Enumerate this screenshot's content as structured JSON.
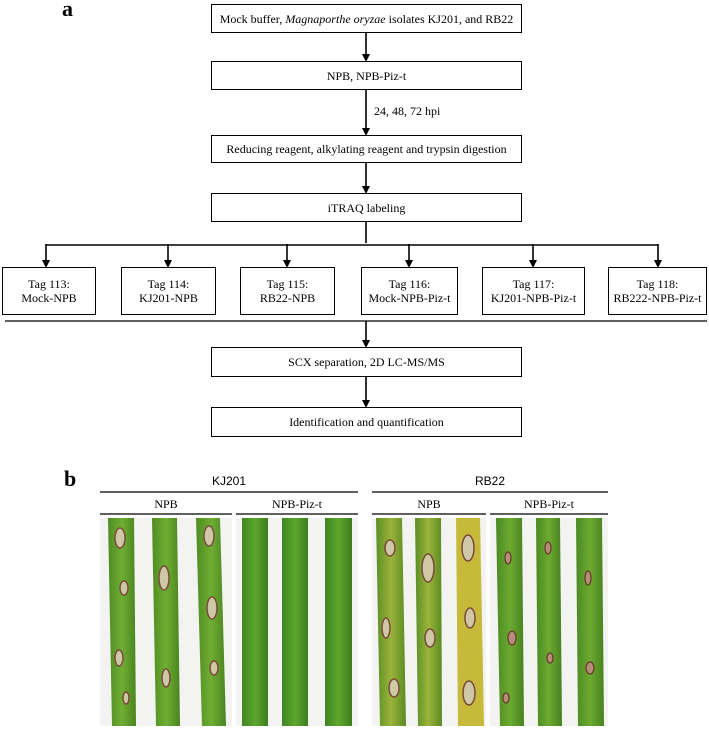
{
  "panel_a_label": "a",
  "panel_b_label": "b",
  "flow": {
    "step1_prefix": "Mock buffer, ",
    "step1_species": "Magnaporthe oryzae",
    "step1_suffix": " isolates KJ201, and RB22",
    "step2": "NPB, NPB-Piz-t",
    "timepoints": "24, 48, 72 hpi",
    "step3": "Reducing reagent, alkylating reagent and trypsin digestion",
    "step4": "iTRAQ labeling",
    "tags": [
      {
        "tag": "Tag 113:",
        "sample": "Mock-NPB"
      },
      {
        "tag": "Tag 114:",
        "sample": "KJ201-NPB"
      },
      {
        "tag": "Tag 115:",
        "sample": "RB22-NPB"
      },
      {
        "tag": "Tag 116:",
        "sample": "Mock-NPB-Piz-t"
      },
      {
        "tag": "Tag 117:",
        "sample": "KJ201-NPB-Piz-t"
      },
      {
        "tag": "Tag 118:",
        "sample": "RB222-NPB-Piz-t"
      }
    ],
    "step5": "SCX separation, 2D LC-MS/MS",
    "step6": "Identification and quantification"
  },
  "photo": {
    "groups": [
      {
        "isolate": "KJ201",
        "cultivars": [
          "NPB",
          "NPB-Piz-t"
        ]
      },
      {
        "isolate": "RB22",
        "cultivars": [
          "NPB",
          "NPB-Piz-t"
        ]
      }
    ]
  },
  "colors": {
    "leaf_green": "#5d9a2c",
    "leaf_dark": "#3f7a1e",
    "lesion_brown": "#7a4a3a",
    "lesion_center": "#d9d2b8",
    "chlorosis_yellow": "#c9c23a",
    "background": "#f3f4f2"
  }
}
